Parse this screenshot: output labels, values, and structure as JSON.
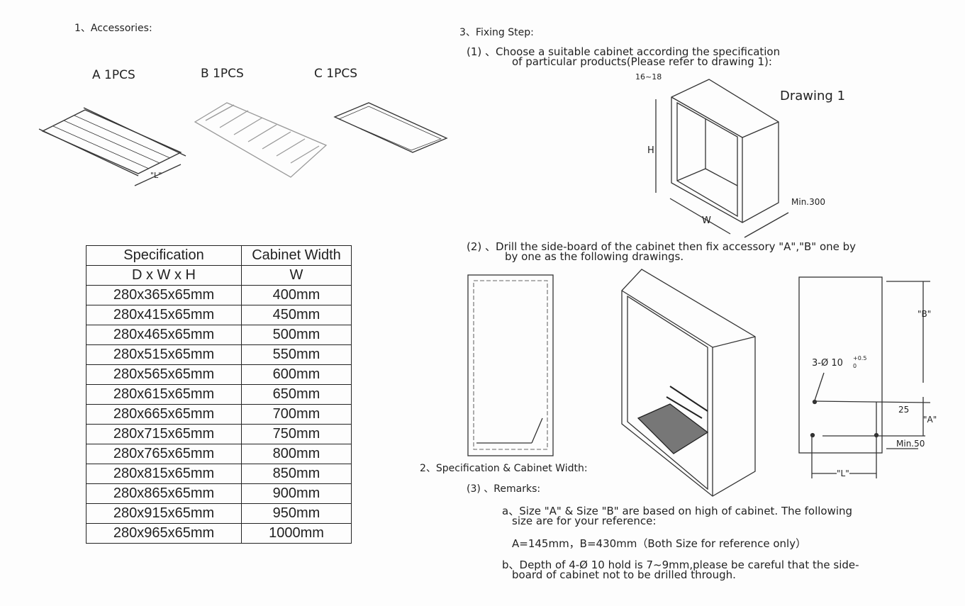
{
  "sections": {
    "accessories_heading": "1、Accessories:",
    "accessory_a": "A  1PCS",
    "accessory_b": "B  1PCS",
    "accessory_c": "C  1PCS",
    "length_label": "\"L\"",
    "spec_heading": "2、Specification & Cabinet Width:",
    "fixing_heading": "3、Fixing Step:"
  },
  "table": {
    "headers": [
      "Specification",
      "Cabinet Width"
    ],
    "subheaders": [
      "D x W x H",
      "W"
    ],
    "rows": [
      [
        "280x365x65mm",
        "400mm"
      ],
      [
        "280x415x65mm",
        "450mm"
      ],
      [
        "280x465x65mm",
        "500mm"
      ],
      [
        "280x515x65mm",
        "550mm"
      ],
      [
        "280x565x65mm",
        "600mm"
      ],
      [
        "280x615x65mm",
        "650mm"
      ],
      [
        "280x665x65mm",
        "700mm"
      ],
      [
        "280x715x65mm",
        "750mm"
      ],
      [
        "280x765x65mm",
        "800mm"
      ],
      [
        "280x815x65mm",
        "850mm"
      ],
      [
        "280x865x65mm",
        "900mm"
      ],
      [
        "280x915x65mm",
        "950mm"
      ],
      [
        "280x965x65mm",
        "1000mm"
      ]
    ]
  },
  "step1": {
    "line1": "(1) 、Choose a suitable cabinet according the specification",
    "line2": "of particular products(Please refer to drawing 1):",
    "drawing_title": "Drawing 1",
    "thickness": "16~18",
    "height_label": "H",
    "width_label": "W",
    "depth_label": "Min.300"
  },
  "step2": {
    "line1": "(2) 、Drill the side-board of the cabinet then fix accessory \"A\",\"B\" one by",
    "line2": "by one as the following drawings.",
    "hole_spec": "3-Ø 10",
    "tol_upper": "+0.5",
    "tol_lower": "0",
    "b_label": "\"B\"",
    "a_label": "\"A\"",
    "offset": "25",
    "min_label": "Min.50",
    "l_label": "\"L\""
  },
  "step3": {
    "heading": "(3) 、Remarks:",
    "a1": "a、Size \"A\" & Size \"B\" are based on high of cabinet. The following",
    "a2": "size are for your reference:",
    "a3": "A=145mm，B=430mm（Both Size for reference only）",
    "b1": "b、Depth of 4-Ø 10 hold is 7~9mm,please be careful that the side-",
    "b2": "board of cabinet not to be drilled through."
  }
}
